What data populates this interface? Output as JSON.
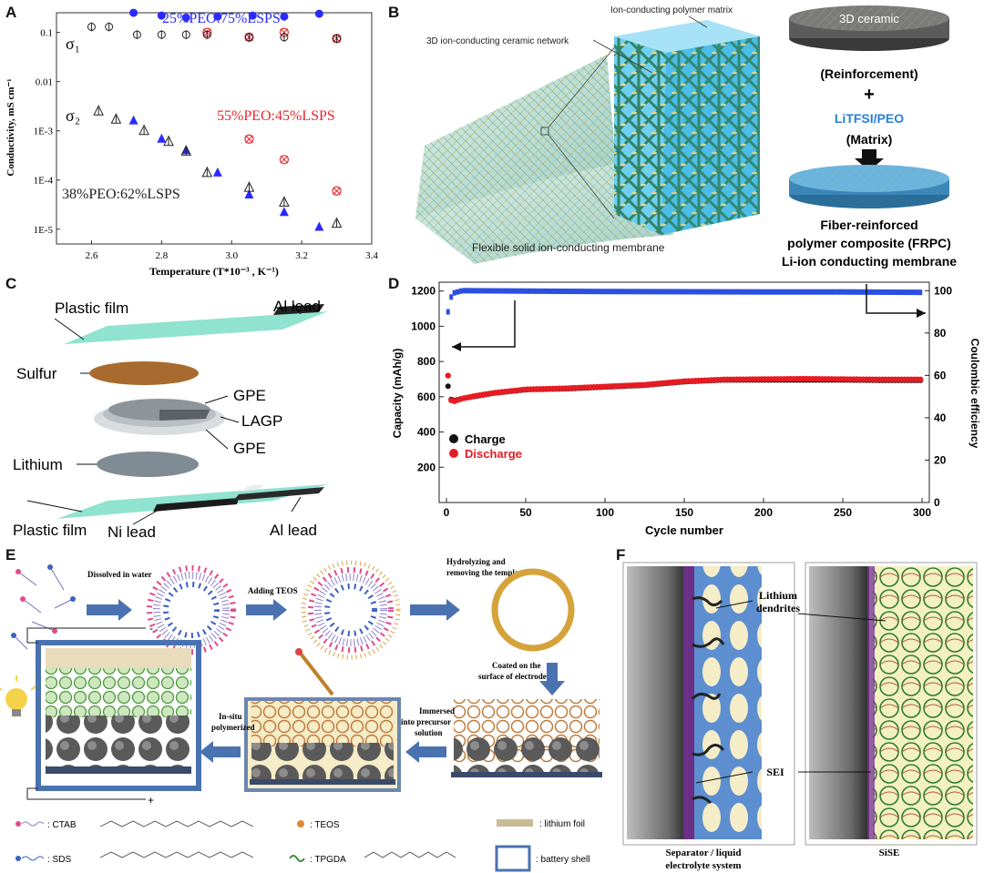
{
  "panels": {
    "a": {
      "label": "A"
    },
    "b": {
      "label": "B"
    },
    "c": {
      "label": "C"
    },
    "d": {
      "label": "D"
    },
    "e": {
      "label": "E"
    },
    "f": {
      "label": "F"
    }
  },
  "chart_data": [
    {
      "panel": "A",
      "type": "scatter",
      "xlabel": "Temperature (T*10⁻³ , K⁻¹)",
      "ylabel": "Conductivity, mS cm⁻¹",
      "xlim": [
        2.5,
        3.4
      ],
      "ylim_log10": [
        -5.3,
        -0.6
      ],
      "yscale": "log",
      "xticks": [
        "2.6",
        "2.8",
        "3.0",
        "3.2",
        "3.4"
      ],
      "yticks": [
        "0.1",
        "0.01",
        "1E-3",
        "1E-4",
        "1E-5"
      ],
      "annotations": [
        "σ₁",
        "σ₂",
        "25%PEO:75%LSPS",
        "55%PEO:45%LSPS",
        "38%PEO:62%LSPS"
      ],
      "series": [
        {
          "name": "25%PEO:75%LSPS",
          "color": "#2a2aff",
          "points": [
            [
              2.72,
              0.25
            ],
            [
              2.8,
              0.22
            ],
            [
              2.87,
              0.2
            ],
            [
              2.96,
              0.21
            ],
            [
              3.06,
              0.22
            ],
            [
              3.15,
              0.21
            ],
            [
              3.25,
              0.24
            ],
            [
              2.72,
              0.0016
            ],
            [
              2.8,
              0.00068
            ],
            [
              2.87,
              0.0004
            ],
            [
              2.96,
              0.00014
            ],
            [
              3.05,
              5e-05
            ],
            [
              3.15,
              2.2e-05
            ],
            [
              3.25,
              1.1e-05
            ]
          ]
        },
        {
          "name": "55%PEO:45%LSPS",
          "color": "#e8262c",
          "points": [
            [
              2.93,
              0.1
            ],
            [
              3.05,
              0.08
            ],
            [
              3.15,
              0.1
            ],
            [
              3.3,
              0.075
            ],
            [
              3.05,
              0.00068
            ],
            [
              3.15,
              0.00026
            ],
            [
              3.3,
              6e-05
            ]
          ]
        },
        {
          "name": "38%PEO:62%LSPS",
          "color": "#222222",
          "points": [
            [
              2.6,
              0.13
            ],
            [
              2.65,
              0.13
            ],
            [
              2.73,
              0.09
            ],
            [
              2.8,
              0.09
            ],
            [
              2.87,
              0.09
            ],
            [
              2.93,
              0.09
            ],
            [
              3.05,
              0.08
            ],
            [
              3.15,
              0.08
            ],
            [
              3.3,
              0.075
            ],
            [
              2.62,
              0.0025
            ],
            [
              2.67,
              0.0017
            ],
            [
              2.75,
              0.001
            ],
            [
              2.82,
              0.0006
            ],
            [
              2.87,
              0.00038
            ],
            [
              2.93,
              0.00014
            ],
            [
              3.05,
              7e-05
            ],
            [
              3.15,
              3.5e-05
            ],
            [
              3.3,
              1.3e-05
            ]
          ]
        }
      ]
    },
    {
      "panel": "D",
      "type": "scatter",
      "xlabel": "Cycle number",
      "ylabel": "Capacity (mAh/g)",
      "ylabel_right": "Coulombic efficiency",
      "xlim": [
        0,
        300
      ],
      "ylim": [
        0,
        1250
      ],
      "ylim_right": [
        0,
        104
      ],
      "xticks": [
        "0",
        "50",
        "100",
        "150",
        "200",
        "250",
        "300"
      ],
      "yticks": [
        "200",
        "400",
        "600",
        "800",
        "1000",
        "1200"
      ],
      "yticks_right": [
        "0",
        "20",
        "40",
        "60",
        "80",
        "100"
      ],
      "legend": [
        "Charge",
        "Discharge"
      ],
      "series": [
        {
          "name": "Charge",
          "color": "#111111",
          "points": [
            [
              1,
              665
            ],
            [
              3,
              590
            ],
            [
              5,
              585
            ],
            [
              10,
              595
            ],
            [
              20,
              610
            ],
            [
              30,
              625
            ],
            [
              40,
              635
            ],
            [
              50,
              645
            ],
            [
              75,
              650
            ],
            [
              100,
              660
            ],
            [
              125,
              670
            ],
            [
              150,
              690
            ],
            [
              175,
              700
            ],
            [
              200,
              700
            ],
            [
              225,
              700
            ],
            [
              250,
              700
            ],
            [
              275,
              698
            ],
            [
              300,
              698
            ]
          ]
        },
        {
          "name": "Discharge",
          "color": "#e51c23",
          "points": [
            [
              1,
              720
            ],
            [
              3,
              580
            ],
            [
              5,
              575
            ],
            [
              10,
              590
            ],
            [
              20,
              608
            ],
            [
              30,
              622
            ],
            [
              40,
              632
            ],
            [
              50,
              642
            ],
            [
              75,
              648
            ],
            [
              100,
              658
            ],
            [
              125,
              668
            ],
            [
              150,
              688
            ],
            [
              175,
              698
            ],
            [
              200,
              700
            ],
            [
              225,
              702
            ],
            [
              250,
              700
            ],
            [
              275,
              698
            ],
            [
              300,
              698
            ]
          ]
        },
        {
          "name": "",
          "color": "#2b4fe0",
          "axis": "right",
          "points": [
            [
              1,
              90
            ],
            [
              2,
              93
            ],
            [
              3,
              97
            ],
            [
              5,
              99
            ],
            [
              10,
              100
            ],
            [
              50,
              99.8
            ],
            [
              100,
              99.6
            ],
            [
              150,
              99.5
            ],
            [
              200,
              99.4
            ],
            [
              250,
              99.4
            ],
            [
              300,
              99.2
            ]
          ]
        }
      ]
    }
  ],
  "figure_b": {
    "top_label": "Ion-conducting polymer matrix",
    "network_label": "3D ion-conducting ceramic network",
    "membrane_label": "Flexible solid ion-conducting membrane",
    "disk_top": "3D ceramic",
    "reinforcement": "(Reinforcement)",
    "plus": "+",
    "matrix_name": "LiTFSI/PEO",
    "matrix": "(Matrix)",
    "result_1": "Fiber-reinforced",
    "result_2": "polymer composite (FRPC)",
    "result_3": "Li-ion conducting membrane"
  },
  "figure_c": {
    "plastic_top": "Plastic film",
    "al_top": "Al lead",
    "sulfur": "Sulfur",
    "gpe_1": "GPE",
    "lagp": "LAGP",
    "gpe_2": "GPE",
    "lithium": "Lithium",
    "plastic_bottom": "Plastic film",
    "ni_lead": "Ni lead",
    "al_bottom": "Al lead"
  },
  "figure_e": {
    "step1": "Dissolved in water",
    "step2": "Adding TEOS",
    "step3a": "Hydrolyzing and",
    "step3b": "removing the template",
    "step4a": "Coated on the",
    "step4b": "surface of electrode",
    "step5a": "Immersed",
    "step5b": "into precursor",
    "step5c": "solution",
    "step6a": "In-situ",
    "step6b": "polymerized",
    "minus": "-",
    "plus": "+",
    "legend_ctab": ": CTAB",
    "legend_sds": ": SDS",
    "legend_teos": ": TEOS",
    "legend_tpgda": ": TPGDA",
    "legend_foil": ": lithium foil",
    "legend_shell": ": battery shell"
  },
  "figure_f": {
    "dendrites_1": "Lithium",
    "dendrites_2": "dendrites",
    "sei": "SEI",
    "left_caption_1": "Separator / liquid",
    "left_caption_2": "electrolyte system",
    "right_caption": "SiSE"
  }
}
